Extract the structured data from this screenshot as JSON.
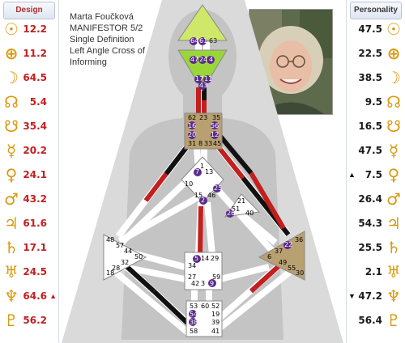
{
  "design": {
    "header": "Design",
    "rows": [
      {
        "icon": "sun-icon",
        "value": "12.2",
        "mark": ""
      },
      {
        "icon": "earth-icon",
        "value": "11.2",
        "mark": ""
      },
      {
        "icon": "moon-icon",
        "value": "64.5",
        "mark": ""
      },
      {
        "icon": "north-node-icon",
        "value": "5.4",
        "mark": ""
      },
      {
        "icon": "south-node-icon",
        "value": "35.4",
        "mark": ""
      },
      {
        "icon": "mercury-icon",
        "value": "20.2",
        "mark": ""
      },
      {
        "icon": "venus-icon",
        "value": "24.1",
        "mark": ""
      },
      {
        "icon": "mars-icon",
        "value": "43.2",
        "mark": ""
      },
      {
        "icon": "jupiter-icon",
        "value": "61.6",
        "mark": ""
      },
      {
        "icon": "saturn-icon",
        "value": "17.1",
        "mark": ""
      },
      {
        "icon": "uranus-icon",
        "value": "24.5",
        "mark": ""
      },
      {
        "icon": "neptune-icon",
        "value": "64.6",
        "mark": "▲"
      },
      {
        "icon": "pluto-icon",
        "value": "56.2",
        "mark": ""
      }
    ]
  },
  "personality": {
    "header": "Personality",
    "rows": [
      {
        "icon": "sun-icon",
        "value": "47.5",
        "mark": ""
      },
      {
        "icon": "earth-icon",
        "value": "22.5",
        "mark": ""
      },
      {
        "icon": "moon-icon",
        "value": "38.5",
        "mark": ""
      },
      {
        "icon": "north-node-icon",
        "value": "9.5",
        "mark": ""
      },
      {
        "icon": "south-node-icon",
        "value": "16.5",
        "mark": ""
      },
      {
        "icon": "mercury-icon",
        "value": "47.5",
        "mark": ""
      },
      {
        "icon": "venus-icon",
        "value": "7.5",
        "mark": "▲"
      },
      {
        "icon": "mars-icon",
        "value": "26.4",
        "mark": ""
      },
      {
        "icon": "jupiter-icon",
        "value": "54.3",
        "mark": ""
      },
      {
        "icon": "saturn-icon",
        "value": "25.5",
        "mark": ""
      },
      {
        "icon": "uranus-icon",
        "value": "2.1",
        "mark": ""
      },
      {
        "icon": "neptune-icon",
        "value": "47.2",
        "mark": "▼"
      },
      {
        "icon": "pluto-icon",
        "value": "56.4",
        "mark": ""
      }
    ]
  },
  "glyphs": {
    "sun-icon": "☉",
    "earth-icon": "⊕",
    "moon-icon": "☽",
    "north-node-icon": "☊",
    "south-node-icon": "☋",
    "mercury-icon": "☿",
    "venus-icon": "♀",
    "mars-icon": "♂",
    "jupiter-icon": "♃",
    "saturn-icon": "♄",
    "uranus-icon": "♅",
    "neptune-icon": "♆",
    "pluto-icon": "♇"
  },
  "person": {
    "name": "Marta Foučková",
    "type": "MANIFESTOR 5/2",
    "definition": "Single Definition",
    "cross_line1": "Left Angle Cross of",
    "cross_line2": "Informing"
  },
  "colors": {
    "head_center": "#cfe86a",
    "ajna_center": "#9ad53a",
    "throat_center": "#b8a070",
    "g_center": "#ffffff",
    "ego_center": "#ffffff",
    "sacral_center": "#ffffff",
    "spleen_center": "#ffffff",
    "solar_plexus_center": "#b8a070",
    "root_center": "#ffffff",
    "design_red": "#c21f1f",
    "personality_black": "#111111",
    "gate_badge": "#5a2a8c",
    "glyph_gold": "#d79a10"
  },
  "gates": {
    "head": [
      "64",
      "61",
      "63"
    ],
    "ajna": [
      "47",
      "24",
      "4",
      "17",
      "11",
      "43"
    ],
    "throat": [
      "62",
      "23",
      "56",
      "16",
      "35",
      "20",
      "12",
      "31",
      "8",
      "33",
      "45"
    ],
    "g": [
      "1",
      "7",
      "13",
      "10",
      "15",
      "46",
      "2",
      "25"
    ],
    "ego": [
      "21",
      "51",
      "26",
      "40"
    ],
    "spleen": [
      "48",
      "57",
      "44",
      "50",
      "32",
      "28",
      "18"
    ],
    "sacral": [
      "5",
      "14",
      "29",
      "34",
      "27",
      "42",
      "3",
      "59",
      "9"
    ],
    "solar_plexus": [
      "36",
      "22",
      "37",
      "6",
      "49",
      "55",
      "30"
    ],
    "root": [
      "53",
      "60",
      "52",
      "54",
      "19",
      "38",
      "39",
      "58",
      "41"
    ]
  }
}
